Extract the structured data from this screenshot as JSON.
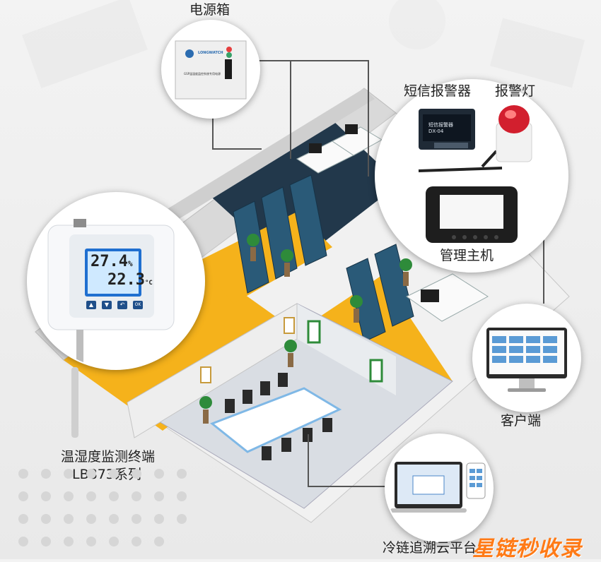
{
  "labels": {
    "power_box": "电源箱",
    "sms_alarm": "短信报警器",
    "alarm_light": "报警灯",
    "host": "管理主机",
    "client": "客户端",
    "sensor_line1": "温湿度监测终端",
    "sensor_line2": "LB873系列",
    "cloud": "冷链追溯云平台"
  },
  "sensor_display": {
    "humidity": "27.4",
    "humidity_unit": "%",
    "temperature": "22.3",
    "temperature_unit": "°C",
    "ok_button": "OK"
  },
  "sms_device": {
    "title": "短信报警器",
    "model": "DX-04"
  },
  "power_box_device": {
    "brand": "LONGWATCH",
    "caption": "GSP温湿度监控系统专用电源"
  },
  "watermark": "星链秒收录",
  "colors": {
    "floor_yellow": "#f5b21b",
    "wall_gray": "#e6e6e6",
    "dark_floor": "#22384b",
    "carpet_blue": "#2f4f6b",
    "watermark": "#ff7a16"
  }
}
